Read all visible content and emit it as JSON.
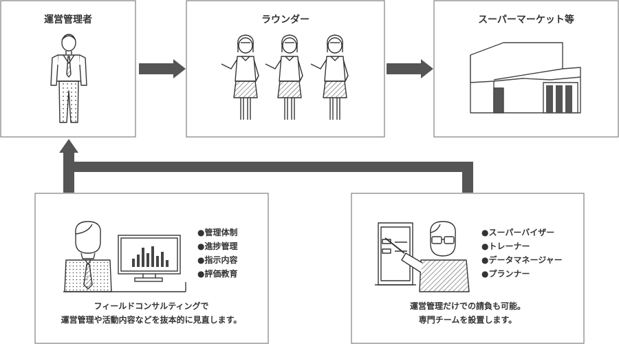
{
  "boxes": {
    "manager": {
      "title": "運営管理者"
    },
    "rounder": {
      "title": "ラウンダー"
    },
    "store": {
      "title": "スーパーマーケット等"
    }
  },
  "consulting": {
    "items": [
      "●管理体制",
      "●進捗管理",
      "●指示内容",
      "●評価教育"
    ],
    "caption_line1": "フィールドコンサルティングで",
    "caption_line2": "運営管理や活動内容などを抜本的に見直します。"
  },
  "team": {
    "items": [
      "●スーパーバイザー",
      "●トレーナー",
      "●データマネージャー",
      "●プランナー"
    ],
    "caption_line1": "運営管理だけでの請負も可能。",
    "caption_line2": "専門チームを設置します。"
  },
  "colors": {
    "stroke": "#333333",
    "arrow": "#555555",
    "hatch": "#555555"
  }
}
